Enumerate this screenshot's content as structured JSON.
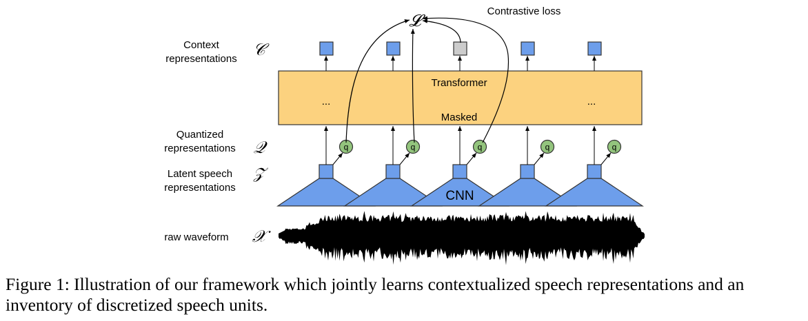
{
  "figure": {
    "title_label": "Contrastive loss",
    "loss_symbol": "𝓛",
    "rows": {
      "context": {
        "label_line1": "Context",
        "label_line2": "representations",
        "symbol": "𝒞"
      },
      "quantized": {
        "label_line1": "Quantized",
        "label_line2": "representations",
        "symbol": "𝒬"
      },
      "latent": {
        "label_line1": "Latent speech",
        "label_line2": "representations",
        "symbol": "𝒵"
      },
      "raw": {
        "label": "raw waveform",
        "symbol": "𝒳"
      }
    },
    "transformer": {
      "label_top": "Transformer",
      "label_bottom": "Masked",
      "ellipsis_left": "...",
      "ellipsis_right": "..."
    },
    "cnn_label": "CNN",
    "quantizer_label": "q",
    "num_timesteps": 5,
    "masked_timestep_index": 2,
    "colors": {
      "context_box": "#6d9eeb",
      "masked_context_box": "#cccccc",
      "transformer_fill": "#fcd27f",
      "cnn_fill": "#6d9eeb",
      "quantizer_fill": "#93c47d",
      "waveform": "#000000"
    }
  },
  "caption": {
    "text": "Figure 1: Illustration of our framework which jointly learns contextualized speech representations and an inventory of discretized speech units."
  }
}
